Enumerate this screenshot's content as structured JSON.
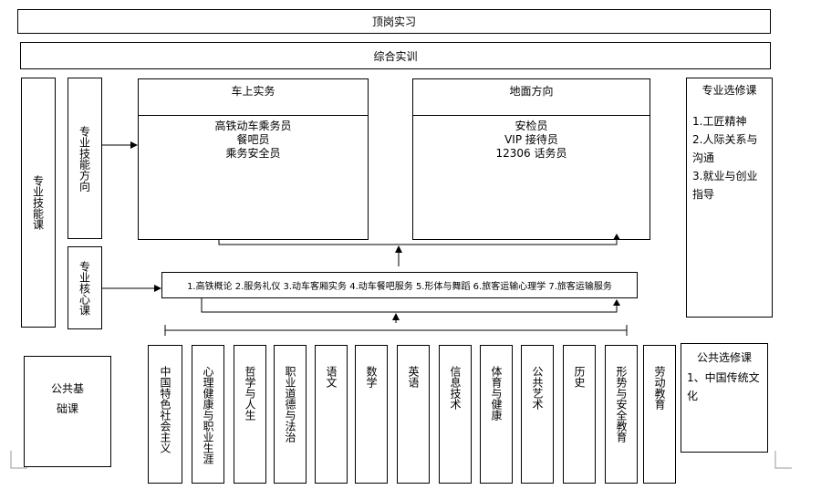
{
  "top_banner": "顶岗实习",
  "second_banner": "综合实训",
  "professional_skills_course": "专业技能课",
  "professional_direction": "专业技能方向",
  "core_course": "专业核心课",
  "onboard": {
    "title": "车上实务",
    "roles": [
      "高铁动车乘务员",
      "餐吧员",
      "乘务安全员"
    ]
  },
  "ground": {
    "title": "地面方向",
    "roles": [
      "安检员",
      "VIP 接待员",
      "12306 话务员"
    ]
  },
  "core_list": "1.高铁概论 2.服务礼仪 3.动车客厢实务 4.动车餐吧服务 5.形体与舞蹈 6.旅客运输心理学 7.旅客运输服务",
  "professional_elective": {
    "title": "专业选修课",
    "items": [
      "1.工匠精神",
      "2.人际关系与沟通",
      "3.就业与创业指导"
    ]
  },
  "public_basic": "公共基础课",
  "public_elective": {
    "title": "公共选修课",
    "items": [
      "1、中国传统文化"
    ]
  },
  "subjects": [
    "中国特色社会主义",
    "心理健康与职业生涯",
    "哲学与人生",
    "职业道德与法治",
    "语文",
    "数学",
    "英语",
    "信息技术",
    "体育与健康",
    "公共艺术",
    "历史",
    "形势与安全教育",
    "劳动教育"
  ]
}
